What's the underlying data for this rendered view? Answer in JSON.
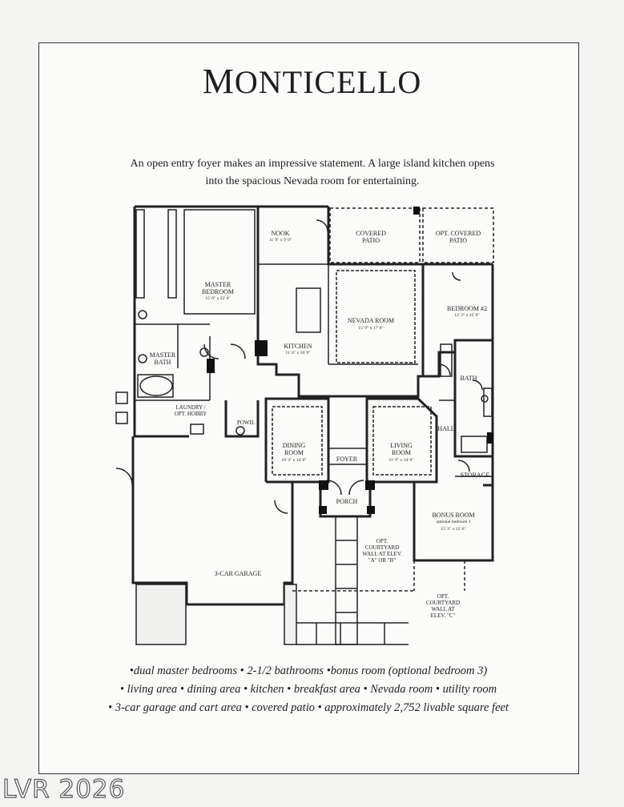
{
  "title": "Monticello",
  "intro": {
    "line1": "An open entry foyer makes an impressive statement. A large island kitchen opens",
    "line2": "into the spacious Nevada room for entertaining."
  },
  "rooms": {
    "master_bedroom": "MASTER BEDROOM",
    "master_bedroom_dim": "15' 9\" x 22' 6\"",
    "nook": "NOOK",
    "nook_dim": "11' 9\" x 9' 0\"",
    "covered_patio": "COVERED PATIO",
    "opt_covered_patio": "OPT. COVERED PATIO",
    "nevada_room": "NEVADA ROOM",
    "nevada_room_dim": "15' 9\" x 17' 0\"",
    "bedroom2": "BEDROOM #2",
    "bedroom2_dim": "12' 3\" x 15' 6\"",
    "kitchen": "KITCHEN",
    "kitchen_dim": "11' 6\" x 16' 9\"",
    "master_bath": "MASTER BATH",
    "laundry": "LAUNDRY / OPT. HOBBY",
    "powder": "POWD.",
    "dining_room": "DINING ROOM",
    "dining_room_dim": "10' 3\" x 14' 0\"",
    "living_room": "LIVING ROOM",
    "living_room_dim": "11' 9\" x 14' 0\"",
    "foyer": "FOYER",
    "bath": "BATH",
    "hall": "HALL",
    "storage": "STORAGE",
    "porch": "PORCH",
    "bonus_room": "BONUS ROOM",
    "bonus_room_sub": "optional bedroom 3",
    "bonus_room_dim": "15' 3\" x 12' 6\"",
    "garage": "3-CAR GARAGE",
    "opt_courtyard_ab": "OPT. COURTYARD WALL AT ELEV. \"A\" OR \"B\"",
    "opt_courtyard_c": "OPT. COURTYARD WALL AT ELEV. \"C\""
  },
  "features": {
    "line1": "•dual master bedrooms • 2-1/2 bathrooms •bonus room (optional bedroom 3)",
    "line2": "• living area • dining area • kitchen • breakfast area • Nevada room • utility room",
    "line3": "• 3-car garage and cart area  • covered patio • approximately 2,752 livable square feet"
  },
  "watermark": "LVR 2026"
}
